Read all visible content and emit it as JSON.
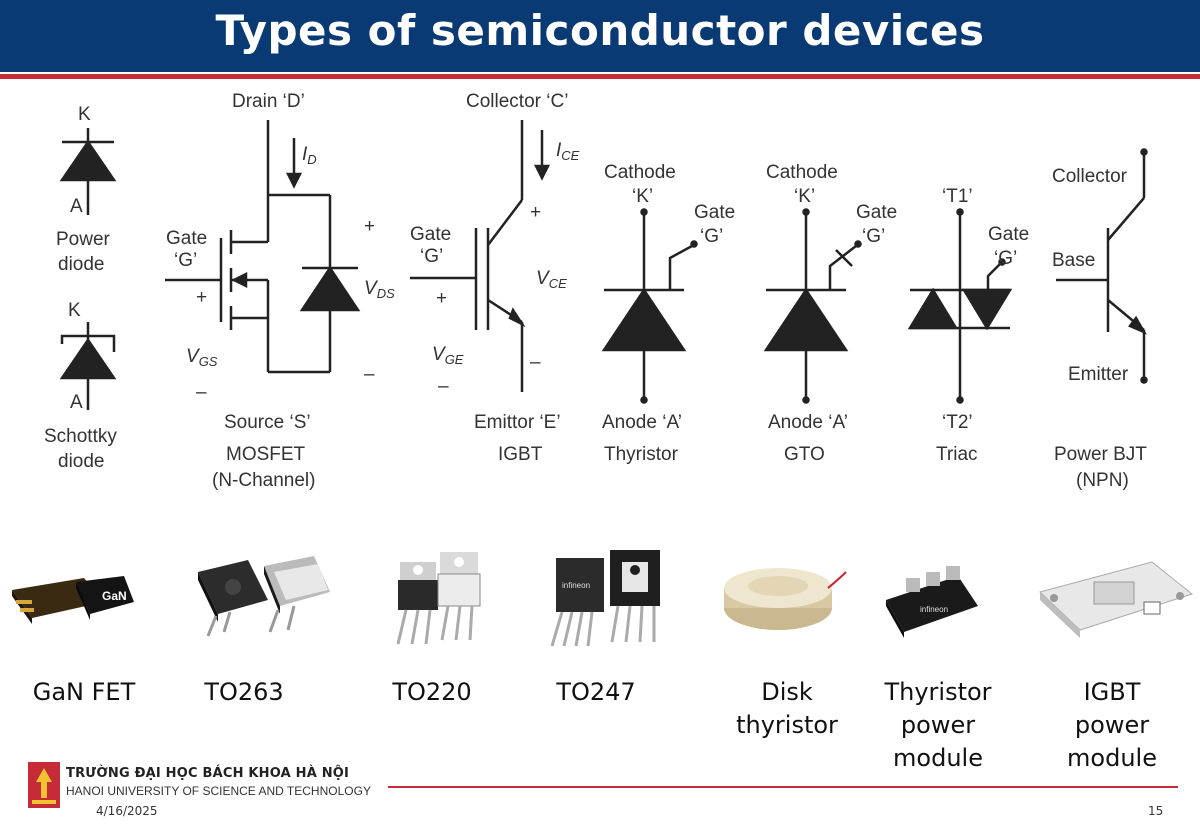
{
  "slide": {
    "title": "Types of semiconductor devices"
  },
  "diagram": {
    "power_diode": {
      "k": "K",
      "a": "A",
      "name1": "Power",
      "name2": "diode"
    },
    "schottky_diode": {
      "k": "K",
      "a": "A",
      "name1": "Schottky",
      "name2": "diode"
    },
    "mosfet": {
      "drain": "Drain ‘D’",
      "gate1": "Gate",
      "gate2": "‘G’",
      "source": "Source ‘S’",
      "id_main": "I",
      "id_sub": "D",
      "vds_main": "V",
      "vds_sub": "DS",
      "vgs_main": "V",
      "vgs_sub": "GS",
      "plus": "+",
      "minus": "–",
      "name1": "MOSFET",
      "name2": "(N-Channel)"
    },
    "igbt": {
      "collector": "Collector ‘C’",
      "gate1": "Gate",
      "gate2": "‘G’",
      "emitter": "Emittor ‘E’",
      "ice_main": "I",
      "ice_sub": "CE",
      "vce_main": "V",
      "vce_sub": "CE",
      "vge_main": "V",
      "vge_sub": "GE",
      "plus": "+",
      "minus": "–",
      "name": "IGBT"
    },
    "thyristor": {
      "cathode1": "Cathode",
      "cathode2": "‘K’",
      "gate1": "Gate",
      "gate2": "‘G’",
      "anode": "Anode ‘A’",
      "name": "Thyristor"
    },
    "gto": {
      "cathode1": "Cathode",
      "cathode2": "‘K’",
      "gate1": "Gate",
      "gate2": "‘G’",
      "anode": "Anode ‘A’",
      "name": "GTO"
    },
    "triac": {
      "t1": "‘T1’",
      "gate1": "Gate",
      "gate2": "‘G’",
      "t2": "‘T2’",
      "name": "Triac"
    },
    "bjt": {
      "collector": "Collector",
      "base": "Base",
      "emitter": "Emitter",
      "name1": "Power BJT",
      "name2": "(NPN)"
    }
  },
  "packages": [
    {
      "label": "GaN FET"
    },
    {
      "label": "TO263"
    },
    {
      "label": "TO220"
    },
    {
      "label": "TO247"
    },
    {
      "label": "Disk thyristor"
    },
    {
      "label": "Thyristor power module"
    },
    {
      "label": "IGBT power module"
    }
  ],
  "footer": {
    "uni_vi": "TRƯỜNG ĐẠI HỌC BÁCH KHOA HÀ NỘI",
    "uni_en": "HANOI UNIVERSITY OF SCIENCE AND TECHNOLOGY",
    "date": "4/16/2025",
    "page": "15"
  },
  "colors": {
    "title_bar": "#0a3a73",
    "accent_red": "#c62b38"
  }
}
